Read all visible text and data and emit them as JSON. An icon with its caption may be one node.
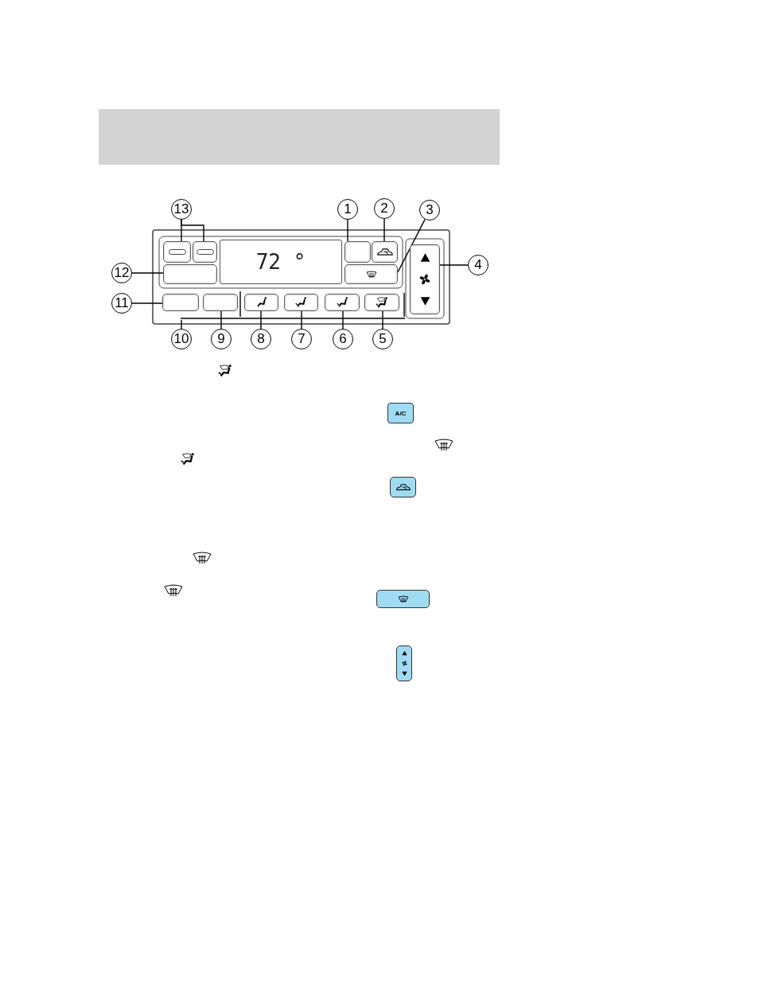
{
  "diagram": {
    "nodes": [
      {
        "text": [
          "13"
        ]
      },
      {
        "text": [
          "1"
        ]
      },
      {
        "text": [
          "2"
        ]
      },
      {
        "text": [
          "3"
        ]
      },
      {
        "text": [
          "12"
        ]
      },
      {
        "text": [
          "4"
        ]
      },
      {
        "text": [
          "11"
        ]
      },
      {
        "text": [
          "10"
        ]
      },
      {
        "text": [
          "9"
        ]
      },
      {
        "text": [
          "8"
        ]
      },
      {
        "text": [
          "7"
        ]
      },
      {
        "text": [
          "6"
        ]
      },
      {
        "text": [
          "5"
        ]
      },
      {
        "text": [
          "72 °"
        ]
      },
      {
        "text": [],
        "shape": "box"
      },
      {
        "text": [],
        "shape": "box"
      },
      {
        "text": [],
        "shape": "box"
      },
      {
        "text": [],
        "shape": "box"
      },
      {
        "text": [],
        "shape": "box"
      },
      {
        "text": [],
        "shape": "box"
      },
      {
        "text": [],
        "shape": "box"
      },
      {
        "text": [],
        "shape": "box"
      },
      {
        "text": [],
        "shape": "box"
      },
      {
        "text": [],
        "shape": "box"
      },
      {
        "text": [],
        "shape": "box"
      },
      {
        "text": [],
        "shape": "box"
      },
      {
        "text": [],
        "shape": "box"
      },
      {
        "text": [
          "A/C"
        ]
      },
      {
        "text": [],
        "shape": "box"
      },
      {
        "text": [],
        "shape": "box"
      },
      {
        "text": [],
        "shape": "box"
      },
      {
        "text": [],
        "shape": "bar"
      }
    ],
    "edges": [
      {
        "from": 0,
        "to": 14,
        "arrow": "none"
      },
      {
        "from": 0,
        "to": 15,
        "arrow": "none"
      },
      {
        "from": 1,
        "to": 17,
        "arrow": "none"
      },
      {
        "from": 2,
        "to": 18,
        "arrow": "none"
      },
      {
        "from": 3,
        "to": 19,
        "arrow": "none"
      },
      {
        "from": 4,
        "to": 16,
        "arrow": "none"
      },
      {
        "from": 5,
        "to": 20,
        "arrow": "none"
      },
      {
        "from": 6,
        "to": 21,
        "arrow": "none"
      },
      {
        "from": 7,
        "to": 31,
        "arrow": "none"
      },
      {
        "from": 8,
        "to": 22,
        "arrow": "none"
      },
      {
        "from": 9,
        "to": 23,
        "arrow": "none"
      },
      {
        "from": 10,
        "to": 24,
        "arrow": "none"
      },
      {
        "from": 11,
        "to": 25,
        "arrow": "none"
      },
      {
        "from": 12,
        "to": 26,
        "arrow": "none"
      }
    ]
  }
}
